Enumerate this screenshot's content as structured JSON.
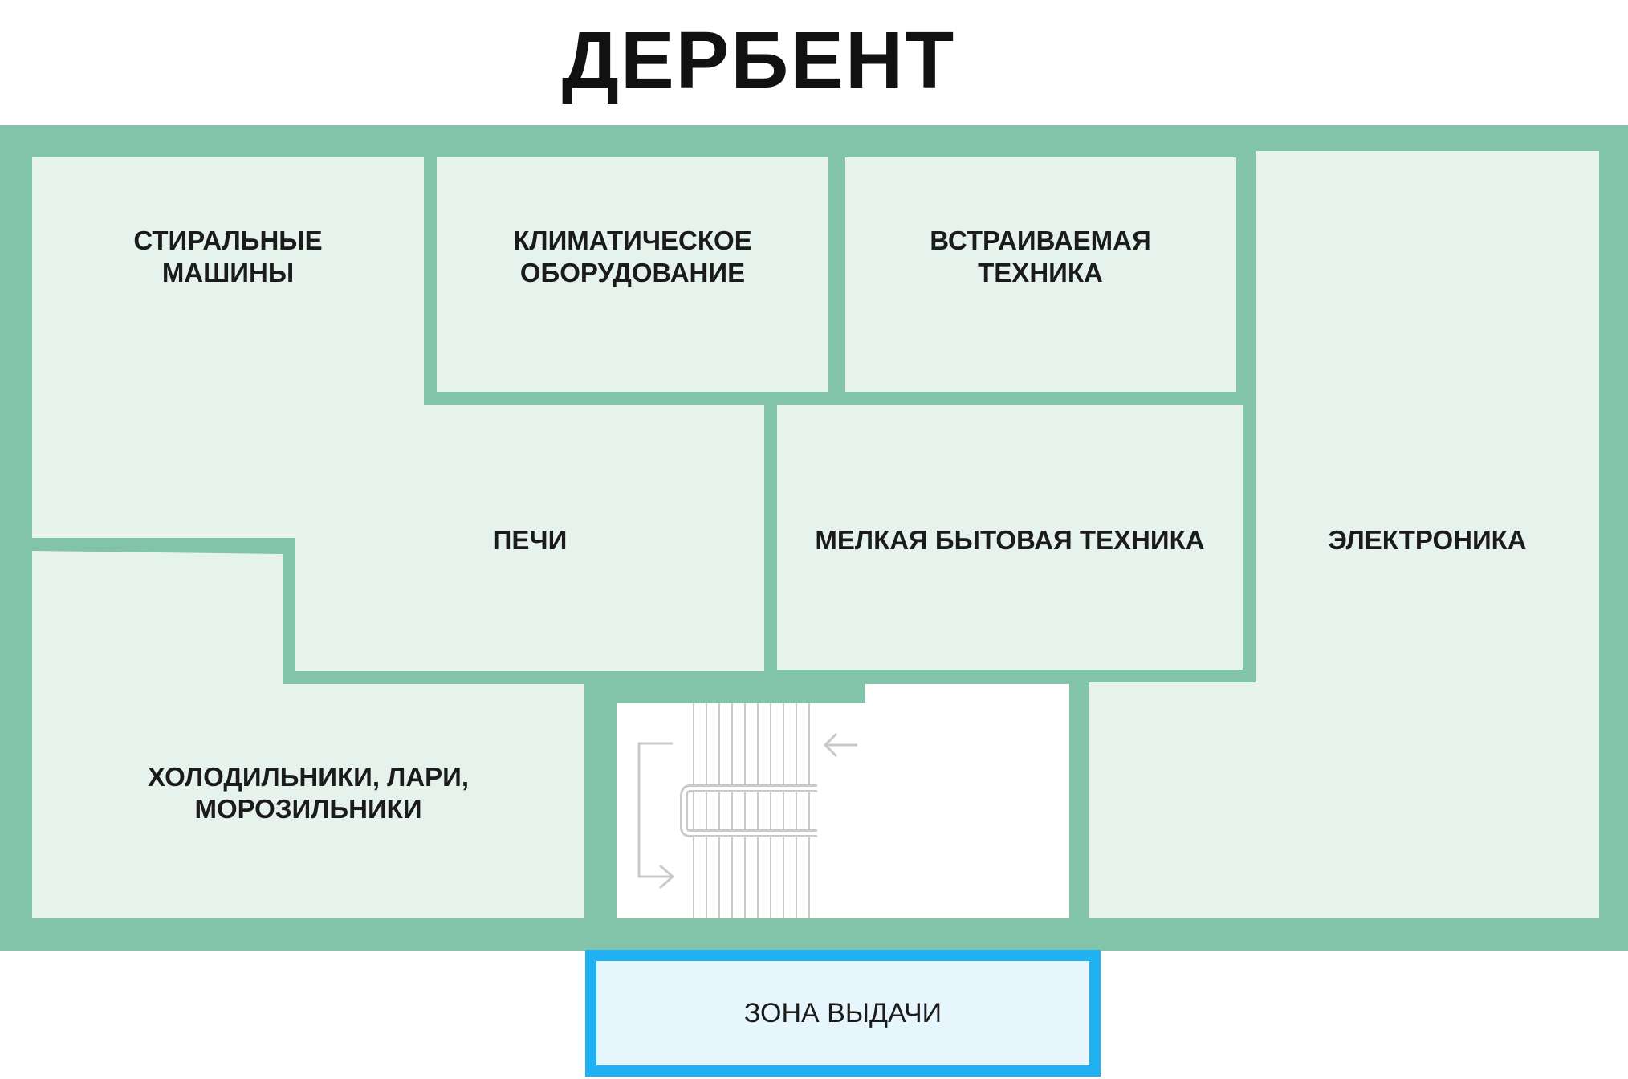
{
  "title": "ДЕРБЕНТ",
  "rooms": {
    "washing": "СТИРАЛЬНЫЕ\nМАШИНЫ",
    "climate": "КЛИМАТИЧЕСКОЕ\nОБОРУДОВАНИЕ",
    "built_in": "ВСТРАИВАЕМАЯ\nТЕХНИКА",
    "ovens": "ПЕЧИ",
    "small_appliances": "МЕЛКАЯ БЫТОВАЯ ТЕХНИКА",
    "electronics": "ЭЛЕКТРОНИКА",
    "fridges": "ХОЛОДИЛЬНИКИ, ЛАРИ,\nМОРОЗИЛЬНИКИ"
  },
  "pickup_zone": "ЗОНА ВЫДАЧИ",
  "colors": {
    "wall": "#82c4a9",
    "room_fill": "#e5f3ec",
    "stair_fill": "#ffffff",
    "stair_lines": "#c9c9c9",
    "pickup_border": "#1fb1f2",
    "pickup_fill": "#e7f6fd"
  }
}
